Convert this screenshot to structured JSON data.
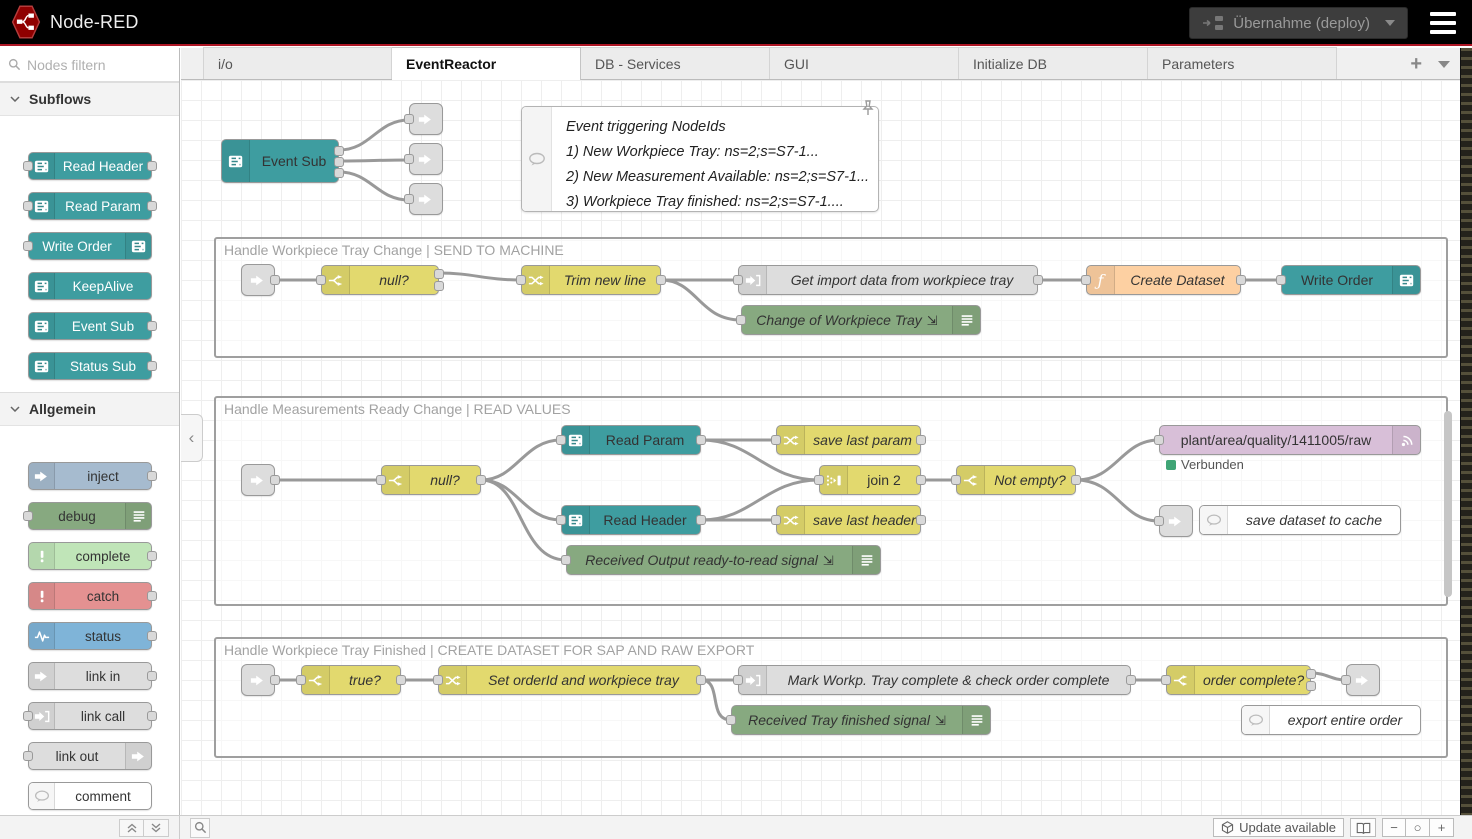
{
  "header": {
    "title": "Node-RED",
    "deploy_label": "Übernahme (deploy)"
  },
  "palette": {
    "search_placeholder": "Nodes filtern",
    "subflows": {
      "title": "Subflows",
      "items": [
        "Read Header",
        "Read Param",
        "Write Order",
        "KeepAlive",
        "Event Sub",
        "Status Sub"
      ]
    },
    "general": {
      "title": "Allgemein",
      "items": [
        "inject",
        "debug",
        "complete",
        "catch",
        "status",
        "link in",
        "link call",
        "link out",
        "comment"
      ]
    }
  },
  "tabs": {
    "items": [
      "i/o",
      "EventReactor",
      "DB - Services",
      "GUI",
      "Initialize DB",
      "Parameters"
    ],
    "active": "EventReactor",
    "add_label": "+"
  },
  "canvas": {
    "note": {
      "title": "Event triggering NodeIds",
      "lines": [
        "1) New Workpiece Tray: ns=2;s=S7-1...",
        "2) New Measurement Available: ns=2;s=S7-1...",
        "3) Workpiece Tray finished: ns=2;s=S7-1...."
      ]
    },
    "groups": [
      {
        "title": "Handle Workpiece Tray Change | SEND TO MACHINE"
      },
      {
        "title": "Handle Measurements Ready Change | READ VALUES"
      },
      {
        "title": "Handle Workpiece Tray Finished | CREATE DATASET FOR SAP AND RAW EXPORT"
      }
    ],
    "nodes": {
      "event_sub": "Event Sub",
      "g1_null": "null?",
      "trim": "Trim new line",
      "get_import": "Get import data from workpiece tray",
      "create_dataset": "Create Dataset",
      "write_order": "Write Order",
      "debug_change": "Change of Workpiece Tray",
      "g2_null": "null?",
      "read_param": "Read Param",
      "read_header": "Read Header",
      "save_param": "save last param",
      "save_header": "save last header",
      "join": "join 2",
      "not_empty": "Not empty?",
      "mqtt_topic": "plant/area/quality/1411005/raw",
      "mqtt_status": "Verbunden",
      "debug_output": "Received Output ready-to-read signal",
      "comment_cache": "save dataset to cache",
      "g3_true": "true?",
      "set_order": "Set orderId and workpiece tray",
      "mark_complete": "Mark Workp. Tray complete & check order complete",
      "order_complete": "order complete?",
      "debug_tray": "Received Tray finished signal",
      "comment_export": "export entire order"
    }
  },
  "statusbar": {
    "update_label": "Update available"
  },
  "glyphs": {
    "function_f": "ƒ",
    "bang": "!",
    "debug_pop": "⇲",
    "collapse_left": "‹",
    "zoom_out": "−",
    "zoom_reset": "○",
    "zoom_in": "+"
  },
  "colors": {
    "header_bg": "#000000",
    "deploy_red_line": "#ad1625",
    "subflow_teal": "#3e9da0",
    "switch_change_yellow": "#e2d96e",
    "function_orange": "#fdd0a2",
    "debug_green": "#87a980",
    "inject_blue": "#a6bbcf",
    "complete_green": "#c0e5b8",
    "catch_red": "#e49191",
    "status_blue": "#7fb4d8",
    "link_gray": "#dddddd",
    "mqtt_purple": "#d8bfd8",
    "connected_green": "#3fa475",
    "wire_gray": "#999999"
  }
}
